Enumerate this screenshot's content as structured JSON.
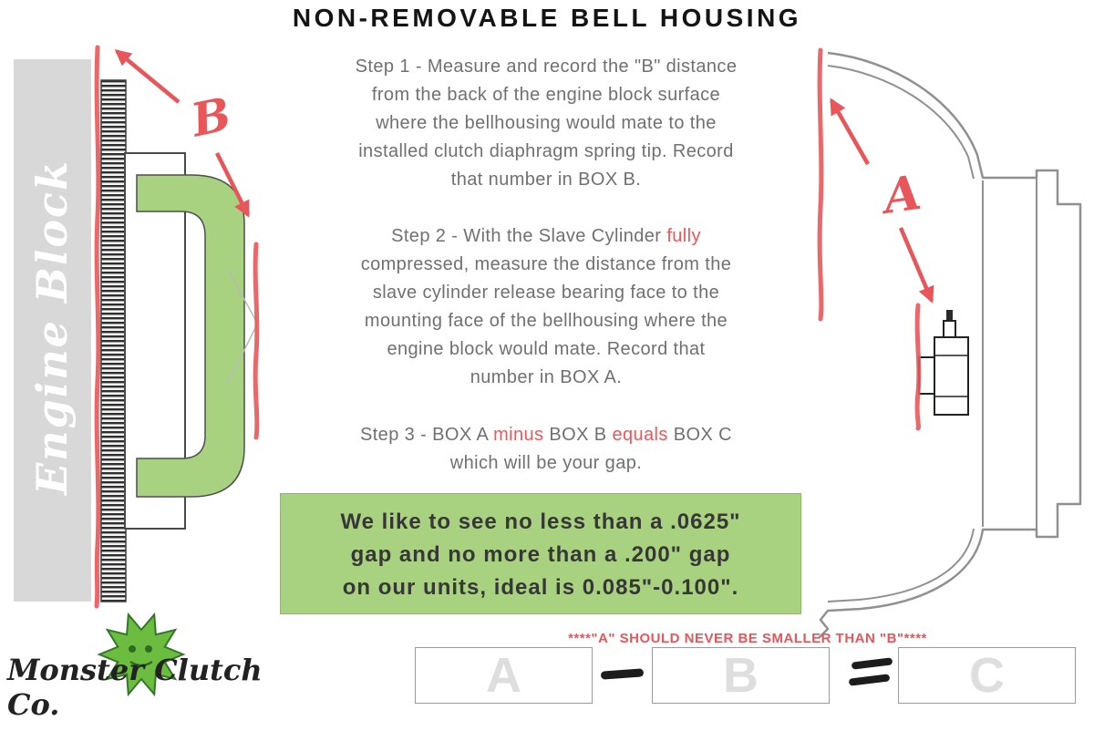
{
  "title": "NON-REMOVABLE BELL HOUSING",
  "step1": {
    "lines": [
      "Step 1 - Measure and record the \"B\" distance",
      "from the back of the engine block surface",
      "where the bellhousing would mate to the",
      "installed clutch diaphragm spring tip.  Record",
      "that number in BOX B."
    ]
  },
  "step2": {
    "l1_pre": "Step 2 - With the Slave Cylinder ",
    "l1_red": "fully",
    "lines": [
      "compressed, measure the distance from the",
      "slave cylinder release bearing face to the",
      "mounting face of the bellhousing where the",
      "engine block would mate.  Record that",
      "number in BOX A."
    ]
  },
  "step3": {
    "p1": "Step 3 - BOX A ",
    "red1": "minus",
    "p2": " BOX B ",
    "red2": "equals",
    "p3": " BOX C",
    "line2": "which will be your gap."
  },
  "note": {
    "line1": "We like to see no less than a .0625\"",
    "line2": "gap and no more than a .200\" gap",
    "line3": "on our units, ideal is 0.085\"-0.100\"."
  },
  "warning": "****\"A\" SHOULD NEVER BE SMALLER THAN \"B\"****",
  "calc": {
    "box_a": "A",
    "box_b": "B",
    "box_c": "C"
  },
  "diagram": {
    "engine_block_label": "Engine Block",
    "b_marker": "B",
    "a_marker": "A"
  },
  "logo_text": "Monster Clutch Co.",
  "colors": {
    "accent_red": "#e8565a",
    "clutch_green": "#a8d280",
    "note_green": "#a8d280",
    "body_gray": "#707070"
  }
}
